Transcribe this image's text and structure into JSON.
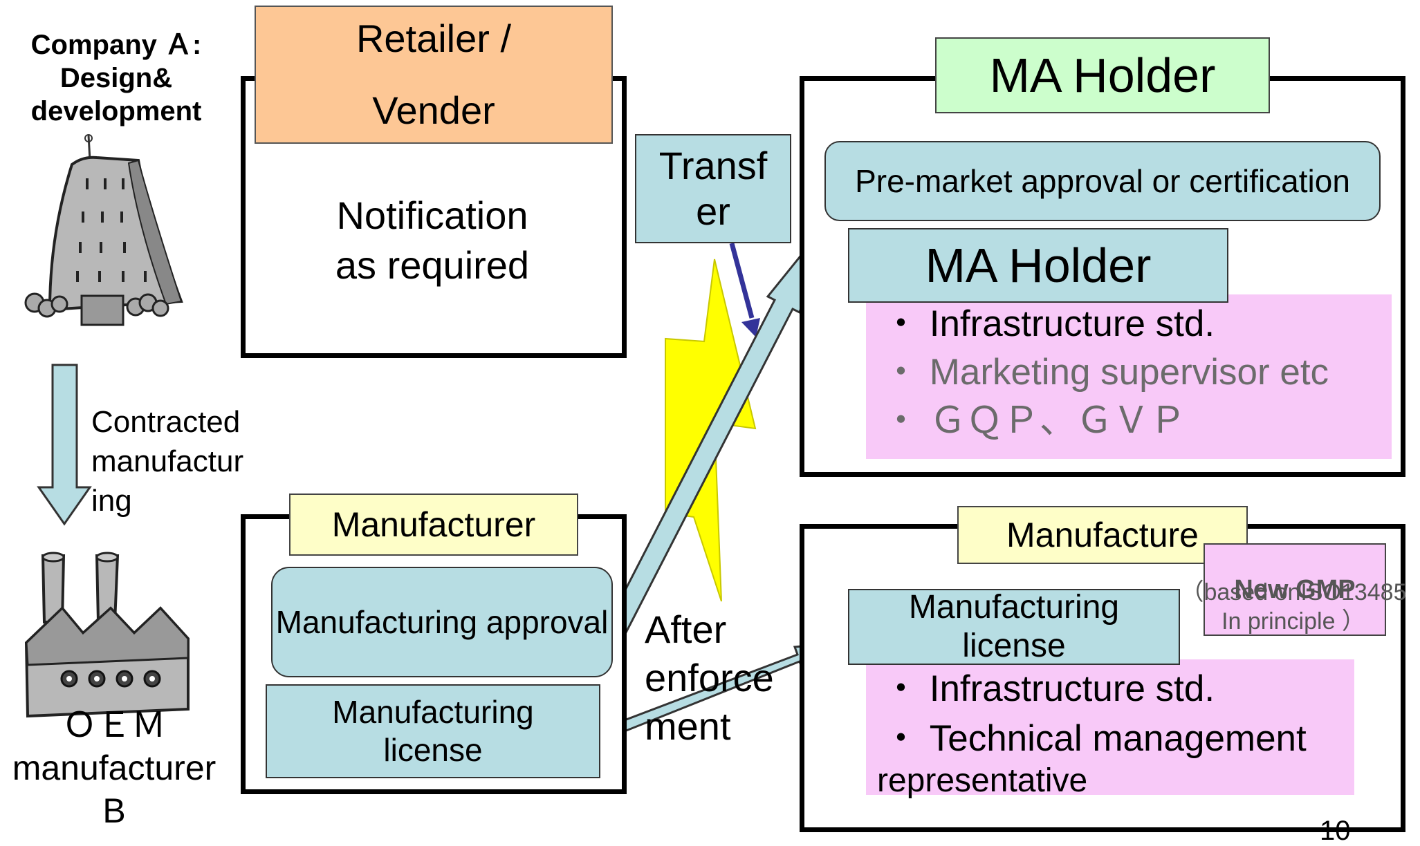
{
  "company_a": {
    "line1": "Company Ａ:",
    "line2": "Design&",
    "line3": "development"
  },
  "contracted": {
    "line1": "Contracted",
    "line2": "manufactur",
    "line3": "ing"
  },
  "oem": {
    "line1": "ＯＥＭ",
    "line2": "manufacturer",
    "line3": "B"
  },
  "retailer": {
    "title_line1": "Retailer /",
    "title_line2": "Vender",
    "body_line1": "Notification",
    "body_line2": "as required"
  },
  "manufacturer_old": {
    "title": "Manufacturer",
    "approval": "Manufacturing approval",
    "license_line1": "Manufacturing",
    "license_line2": "license"
  },
  "transfer": {
    "line1": "Transf",
    "line2": "er"
  },
  "after": {
    "line1": "After",
    "line2": "enforce",
    "line3": "ment"
  },
  "ma_holder": {
    "title": "MA Holder",
    "premarket": "Pre-market approval or certification",
    "inner_title": "MA Holder",
    "items": [
      "・ Infrastructure std.",
      "・ Marketing supervisor etc",
      "・ ＧＱＰ、ＧＶＰ"
    ]
  },
  "manufacture_new": {
    "title": "Manufacture",
    "license_line1": "Manufacturing",
    "license_line2": "license",
    "gmp_title": "New GMP",
    "gmp_line1": "（based onISO13485",
    "gmp_line2": "In principle ）",
    "items": [
      "・ Infrastructure std.",
      "・ Technical management",
      "representative"
    ]
  },
  "page_number": "10",
  "colors": {
    "retailer_title": "#fdc795",
    "ma_title": "#ccfecc",
    "teal": "#b7dde3",
    "pink": "#f8c9f8",
    "yellow_label": "#fefec8",
    "bolt": "#ffff00",
    "transfer_arrow": "#333399"
  }
}
